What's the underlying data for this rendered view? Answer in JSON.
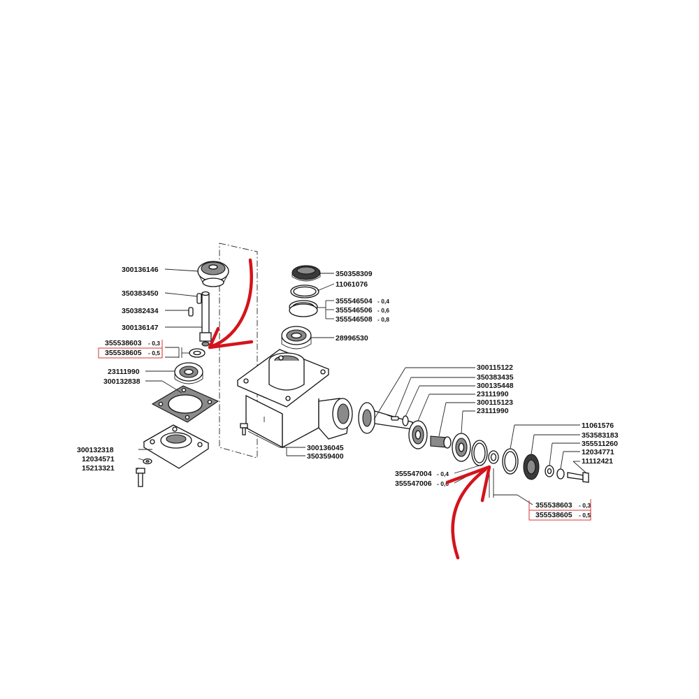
{
  "labels": {
    "p300136146": "300136146",
    "p350383450": "350383450",
    "p350382434": "350382434",
    "p300136147": "300136147",
    "p355538603_left": "355538603",
    "p355538603_left_suffix": "- 0,3",
    "p355538605_left": "355538605",
    "p355538605_left_suffix": "- 0,5",
    "p23111990_left": "23111990",
    "p300132838": "300132838",
    "p300132318": "300132318",
    "p12034571": "12034571",
    "p15213321": "15213321",
    "p350358309": "350358309",
    "p11061076": "11061076",
    "p355546504": "355546504",
    "p355546504_suffix": "- 0,4",
    "p355546506": "355546506",
    "p355546506_suffix": "- 0,6",
    "p355546508": "355546508",
    "p355546508_suffix": "- 0,8",
    "p28996530": "28996530",
    "p300136045": "300136045",
    "p350359400": "350359400",
    "p300115122": "300115122",
    "p350383435": "350383435",
    "p300135448": "300135448",
    "p23111990_r1": "23111990",
    "p300115123": "300115123",
    "p23111990_r2": "23111990",
    "p11061576": "11061576",
    "p353583183": "353583183",
    "p355511260": "355511260",
    "p12034771": "12034771",
    "p11112421": "11112421",
    "p355547004": "355547004",
    "p355547004_suffix": "- 0,4",
    "p355547006": "355547006",
    "p355547006_suffix": "- 0,6",
    "p355538603_right": "355538603",
    "p355538603_right_suffix": "- 0,3",
    "p355538605_right": "355538605",
    "p355538605_right_suffix": "- 0,5"
  },
  "colors": {
    "annotation_arrow": "#d3141b",
    "highlight_box": "#d62020",
    "line_art": "#111111"
  }
}
